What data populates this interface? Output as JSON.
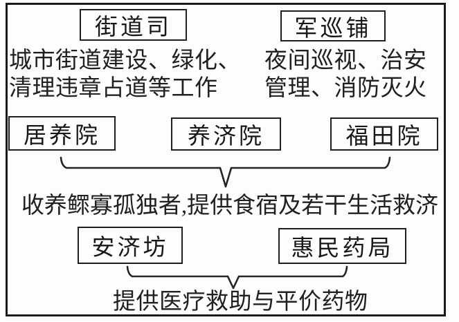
{
  "diagram": {
    "top_section": {
      "left_box_label": "街道司",
      "right_box_label": "军巡铺",
      "left_desc_line1": "城市街道建设、绿化、",
      "left_desc_line2": "清理违章占道等工作",
      "right_desc_line1": "夜间巡视、治安",
      "right_desc_line2": "管理、消防灭火"
    },
    "middle_section": {
      "boxes": [
        "居养院",
        "养济院",
        "福田院"
      ],
      "description": "收养鳏寡孤独者,提供食宿及若干生活救济"
    },
    "bottom_section": {
      "boxes": [
        "安济坊",
        "惠民药局"
      ],
      "description": "提供医疗救助与平价药物"
    },
    "colors": {
      "background": "#fdfdfb",
      "ink": "#1c1c1c"
    }
  }
}
